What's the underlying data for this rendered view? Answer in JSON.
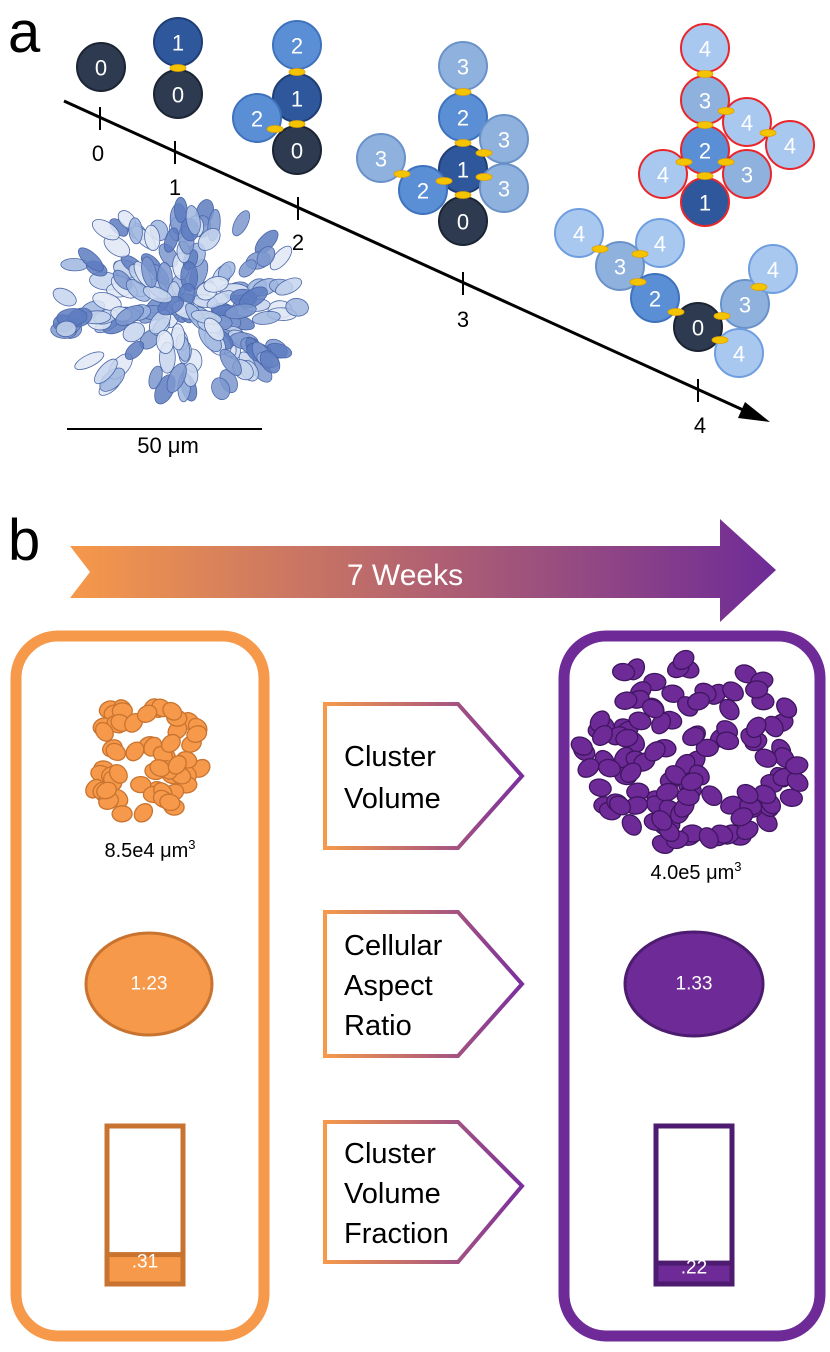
{
  "panel_a": {
    "label": "a",
    "axis_ticks": [
      "0",
      "1",
      "2",
      "3",
      "4"
    ],
    "scale_bar": "50 μm",
    "colors": {
      "gen0": "#2e3a4f",
      "gen1": "#2f579c",
      "gen2": "#5a8fd6",
      "gen3": "#8fb1dd",
      "gen4": "#a9c8ef",
      "junction": "#f5c400",
      "highlight": "#e8262b"
    }
  },
  "panel_b": {
    "label": "b",
    "arrow_label": "7 Weeks",
    "metrics": [
      {
        "lines": [
          "Cluster",
          "Volume"
        ]
      },
      {
        "lines": [
          "Cellular",
          "Aspect",
          "Ratio"
        ]
      },
      {
        "lines": [
          "Cluster",
          "Volume",
          "Fraction"
        ]
      }
    ],
    "left": {
      "color": "#f6994a",
      "volume_text": "8.5e4 μm",
      "volume_exp": "3",
      "aspect_ratio": "1.23",
      "volume_fraction": "0.31",
      "volume_fraction_label": ".31"
    },
    "right": {
      "color": "#6e2b97",
      "volume_text": "4.0e5 μm",
      "volume_exp": "3",
      "aspect_ratio": "1.33",
      "volume_fraction": "0.22",
      "volume_fraction_label": ".22"
    }
  }
}
